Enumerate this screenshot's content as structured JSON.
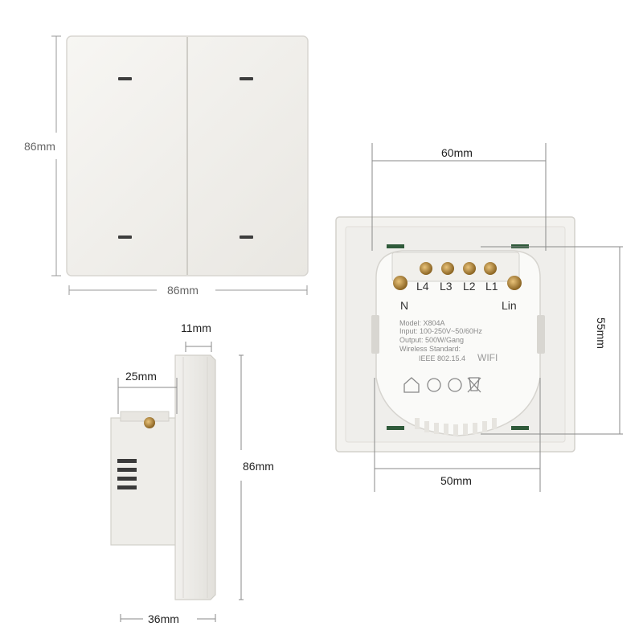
{
  "front": {
    "height_label": "86mm",
    "width_label": "86mm"
  },
  "back": {
    "top_width_label": "60mm",
    "right_height_label": "55mm",
    "bottom_width_label": "50mm",
    "terminals": [
      "L4",
      "L3",
      "L2",
      "L1"
    ],
    "terminal_n": "N",
    "terminal_lin": "Lin",
    "spec_lines": [
      "Model: X804A",
      "Input: 100-250V~50/60Hz",
      "Output: 500W/Gang",
      "Wireless Standard:",
      "IEEE 802.15.4",
      "WIFI"
    ]
  },
  "side": {
    "top_depth_label": "11mm",
    "body_depth_label": "25mm",
    "height_label": "86mm",
    "total_depth_label": "36mm"
  }
}
